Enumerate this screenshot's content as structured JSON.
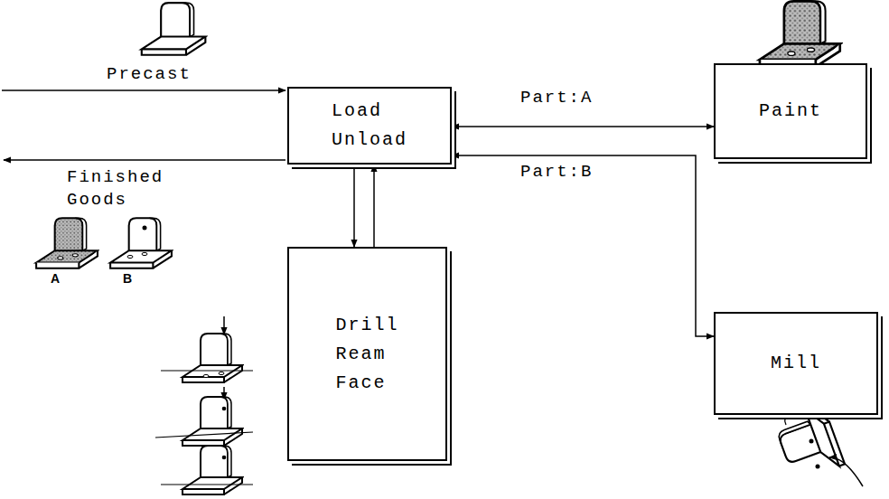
{
  "diagram": {
    "nodes": [
      {
        "text": [
          "Load Unload"
        ]
      },
      {
        "text": [
          "Paint"
        ]
      },
      {
        "text": [
          "Drill Ream Face"
        ]
      },
      {
        "text": [
          "Mill"
        ]
      }
    ],
    "edges": [
      {
        "from": 0,
        "to": 1,
        "label": "Part:A",
        "arrow": "both"
      },
      {
        "from": 0,
        "to": 3,
        "label": "Part:B",
        "arrow": "both"
      },
      {
        "from": 0,
        "to": 2,
        "arrow": "to"
      },
      {
        "from": 2,
        "to": 0,
        "arrow": "to"
      }
    ],
    "labels": [
      "Precast",
      "Finished Goods",
      "A",
      "B"
    ]
  }
}
